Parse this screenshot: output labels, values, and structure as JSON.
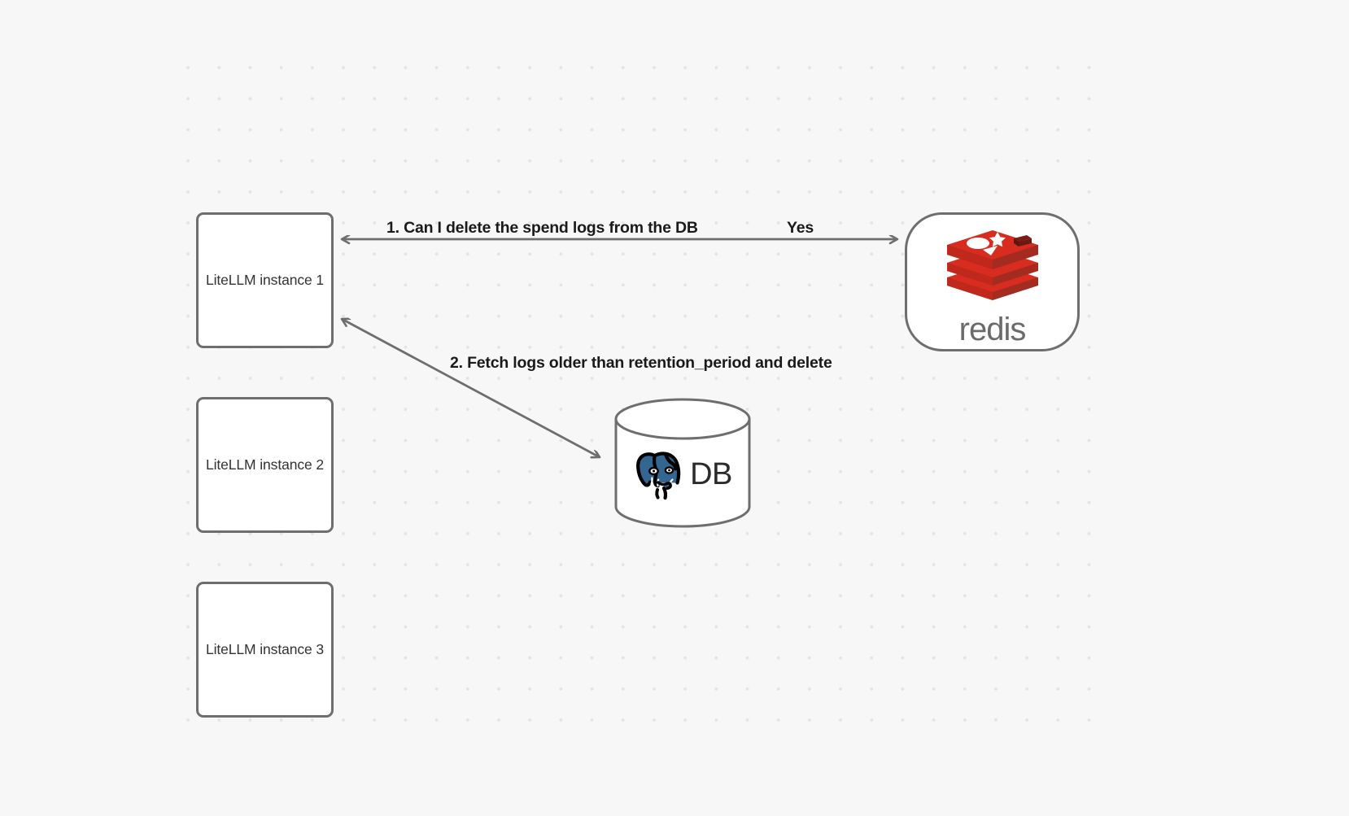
{
  "diagram": {
    "type": "flow-diagram",
    "background_color": "#f7f7f7",
    "grid": "dot-grid",
    "nodes": [
      {
        "id": "litellm-1",
        "label": "LiteLLM instance 1",
        "shape": "rounded-rect"
      },
      {
        "id": "litellm-2",
        "label": "LiteLLM instance 2",
        "shape": "rounded-rect"
      },
      {
        "id": "litellm-3",
        "label": "LiteLLM instance 3",
        "shape": "rounded-rect"
      },
      {
        "id": "redis",
        "label": "redis",
        "shape": "rounded-rect-pill",
        "logo": "redis-logo-icon",
        "logo_color": "#d82c20"
      },
      {
        "id": "db",
        "label": "DB",
        "shape": "cylinder",
        "logo": "postgresql-elephant-icon",
        "logo_color": "#336791"
      }
    ],
    "edges": [
      {
        "id": "edge-1",
        "from": "litellm-1",
        "to": "redis",
        "label": "1.  Can I delete the spend logs from the DB",
        "direction": "bidirectional"
      },
      {
        "id": "edge-1-response",
        "from": "redis",
        "to": "litellm-1",
        "label": "Yes",
        "direction": "reverse"
      },
      {
        "id": "edge-2",
        "from": "litellm-1",
        "to": "db",
        "label": "2.  Fetch logs older than retention_period and delete",
        "direction": "bidirectional"
      }
    ],
    "colors": {
      "node_border": "#6e6e6e",
      "node_fill": "#ffffff",
      "edge_stroke": "#6e6e6e",
      "label_text": "#1a1a1a",
      "node_text": "#333333",
      "dot_grid": "#e4e4e4"
    }
  }
}
